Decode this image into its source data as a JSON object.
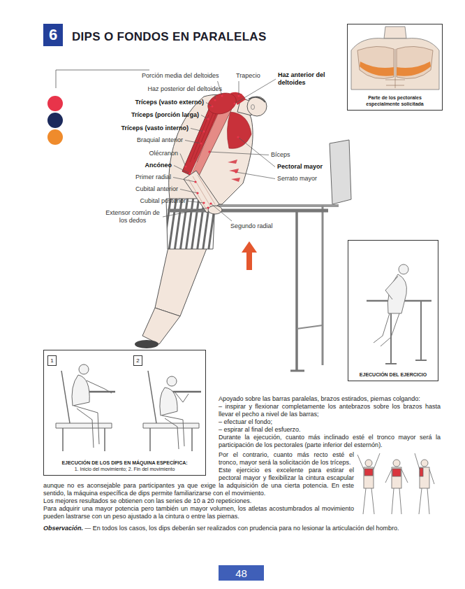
{
  "diagram": {
    "title": "DIPS O FONDOS EN PARALELAS",
    "nodes": [
      {
        "text": [
          "6"
        ]
      },
      {
        "text": [
          "Parte de los pectorales especialmente solicitada"
        ]
      },
      {
        "text": [
          "EJECUCIÓN DEL EJERCICIO"
        ]
      },
      {
        "text": [
          "EJECUCIÓN DE LOS DIPS EN MÁQUINA ESPECÍFICA:",
          "1. Inicio del movimiento; 2. Fin del movimiento"
        ]
      },
      {
        "text": [
          "1"
        ],
        "in": 3
      },
      {
        "text": [
          "2"
        ],
        "in": 3
      },
      {
        "text": [
          "48"
        ]
      }
    ],
    "labels": [
      "Porción media del deltoides",
      "Trapecio",
      "Haz anterior del deltoides",
      "Haz posterior del deltoides",
      "Tríceps (vasto externo)",
      "Tríceps (porción larga)",
      "Tríceps (vasto interno)",
      "Braquial anterior",
      "Olécranon",
      "Ancóneo",
      "Primer radial",
      "Cubital anterior",
      "Cubital posterior",
      "Extensor común de los dedos",
      "Bíceps",
      "Pectoral mayor",
      "Serrato mayor",
      "Segundo radial",
      "Apoyado sobre las barras paralelas, brazos estirados, piernas colgando:",
      "– inspirar y flexionar completamente los antebrazos sobre los brazos hasta llevar el pecho a nivel de las barras;",
      "– efectuar el fondo;",
      "– espirar al final del esfuerzo.",
      "Durante la ejecución, cuanto más inclinado esté el tronco mayor será la participación de los pectorales (parte inferior del esternón).",
      "Por el contrario, cuanto más recto esté el tronco, mayor será la solicitación de los tríceps.",
      "Este ejercicio es excelente para estirar el pectoral mayor y flexibilizar la cintura escapular aunque no es aconsejable para participantes ya que exige la adquisición de una cierta potencia. En este sentido, la máquina específica de dips permite familiarizarse con el movimiento.",
      "Los mejores resultados se obtienen con las series de 10 a 20 repeticiones.",
      "Para adquirir una mayor potencia pero también un mayor volumen, los atletas acostumbrados al movimiento pueden lastrarse con un peso ajustado a la cintura o entre las piernas.",
      "Observación.",
      "— En todos los casos, los dips deberán ser realizados con prudencia para no lesionar la articulación del hombro."
    ]
  }
}
